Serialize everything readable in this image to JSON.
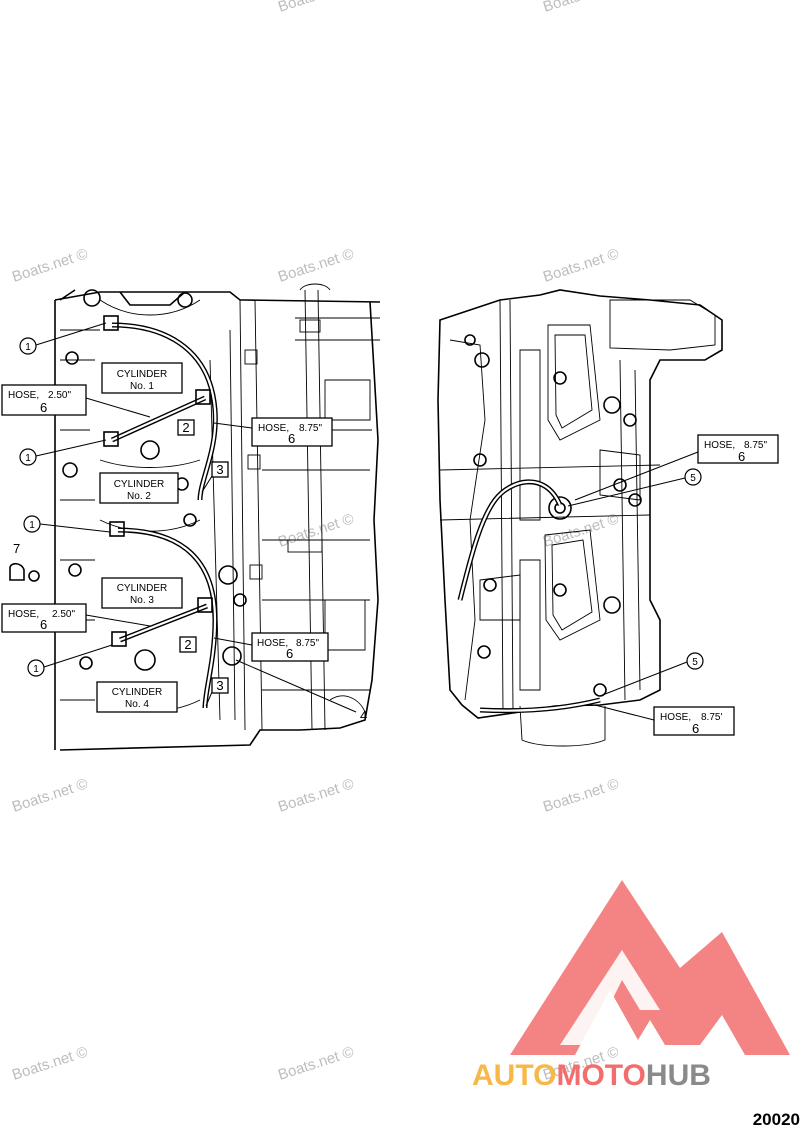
{
  "watermark": "Boats.net ©",
  "cylinders": [
    {
      "title": "CYLINDER",
      "number": "No. 1"
    },
    {
      "title": "CYLINDER",
      "number": "No. 2"
    },
    {
      "title": "CYLINDER",
      "number": "No. 3"
    },
    {
      "title": "CYLINDER",
      "number": "No. 4"
    }
  ],
  "hose_labels": {
    "hose": "HOSE,",
    "short_length": "2.50\"",
    "long_length": "8.75\"",
    "long_length_alt": "8.75'",
    "part": "6"
  },
  "callouts": {
    "one": "1",
    "two": "2",
    "three": "3",
    "four": "4",
    "five": "5",
    "seven": "7"
  },
  "logo": {
    "part_a": "AUTO",
    "part_b": "MOTO",
    "part_c": "HUB",
    "color_a": "#f7b84a",
    "color_b": "#f26d6d",
    "color_c": "#8a8a8a",
    "triangle_color": "#f26d6d"
  },
  "reference": "20020"
}
